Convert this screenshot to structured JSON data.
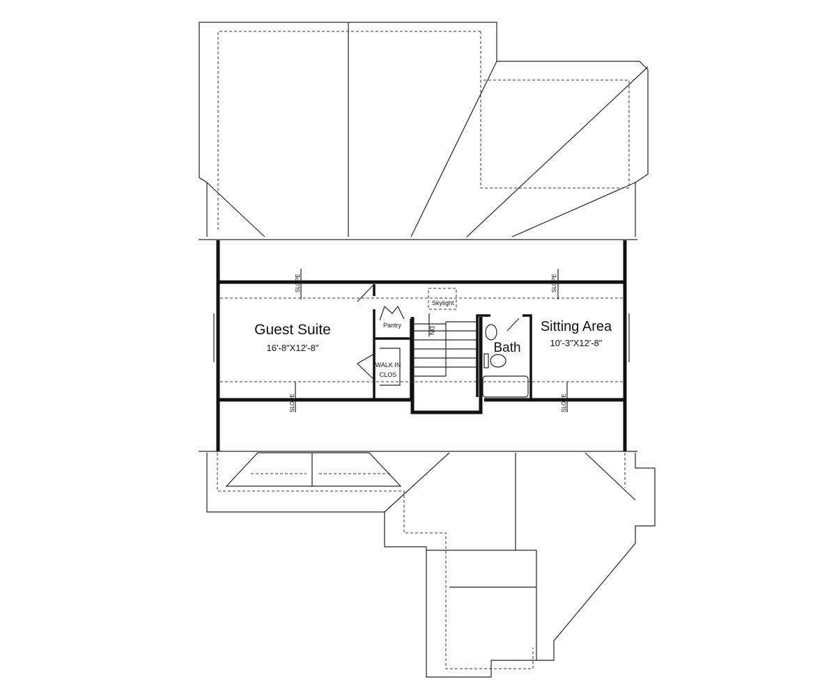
{
  "plan": {
    "rooms": [
      {
        "name": "Guest Suite",
        "size": "16'-8\"X12'-8\""
      },
      {
        "name": "Sitting Area",
        "size": "10'-3\"X12'-8\""
      },
      {
        "name": "Bath"
      },
      {
        "name": "Pantry"
      },
      {
        "name": "WALK IN",
        "name2": "CLOS"
      }
    ],
    "skylight": "Skylight",
    "stair_label": "DN",
    "slope_label": "SLOPE"
  }
}
